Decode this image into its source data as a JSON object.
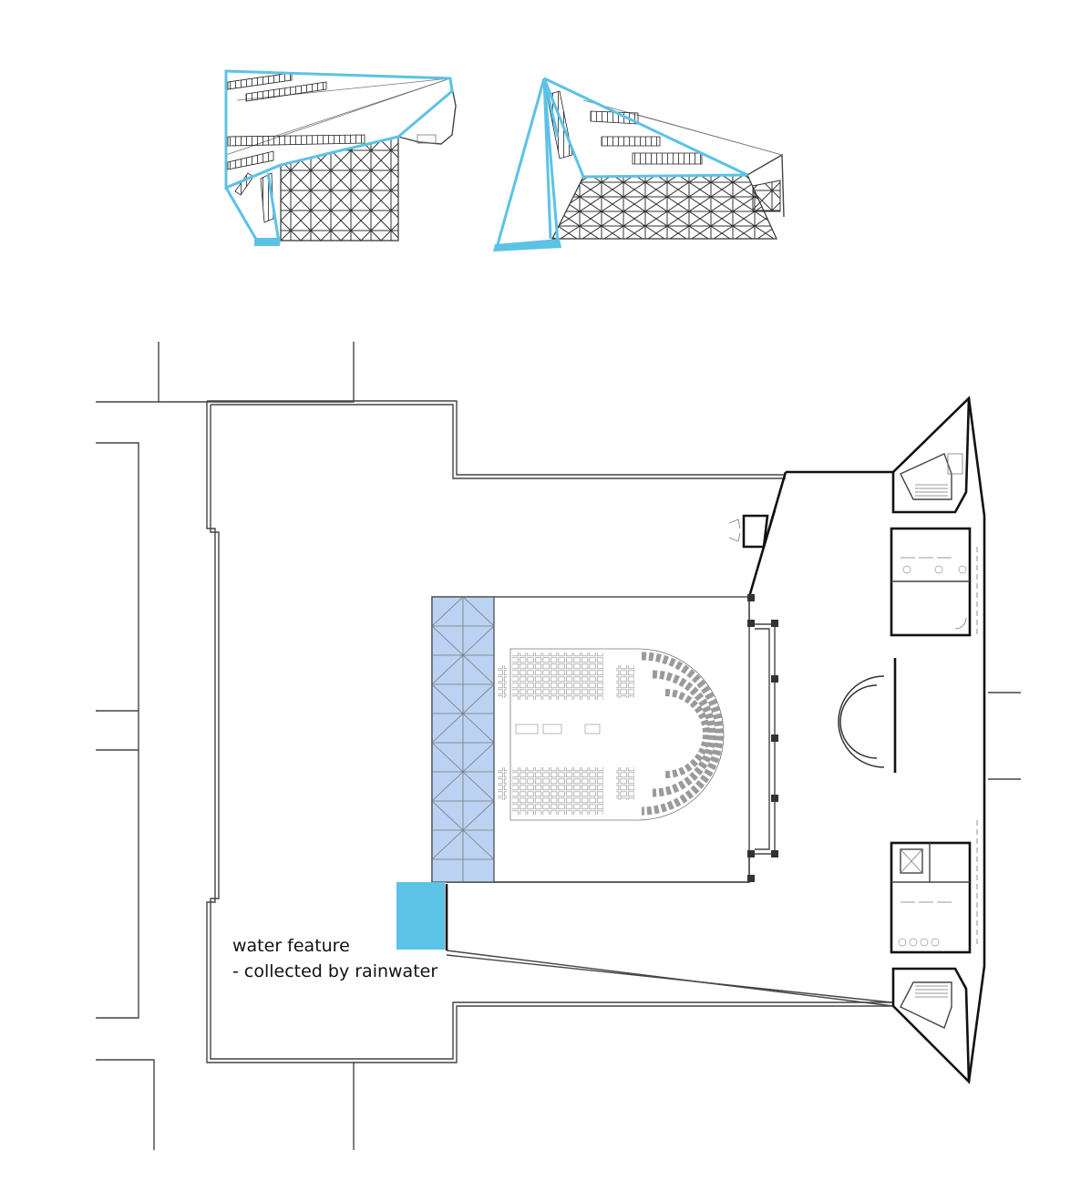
{
  "annotation": {
    "line1": "water feature",
    "line2": "- collected by rainwater"
  },
  "colors": {
    "accent_blue": "#5cc2e6",
    "glazing_blue": "#bcd2f2",
    "line": "#444444",
    "wall": "#111111"
  },
  "icons": [
    "section-sketch-left",
    "section-sketch-right",
    "floor-plan",
    "water-feature-icon"
  ]
}
